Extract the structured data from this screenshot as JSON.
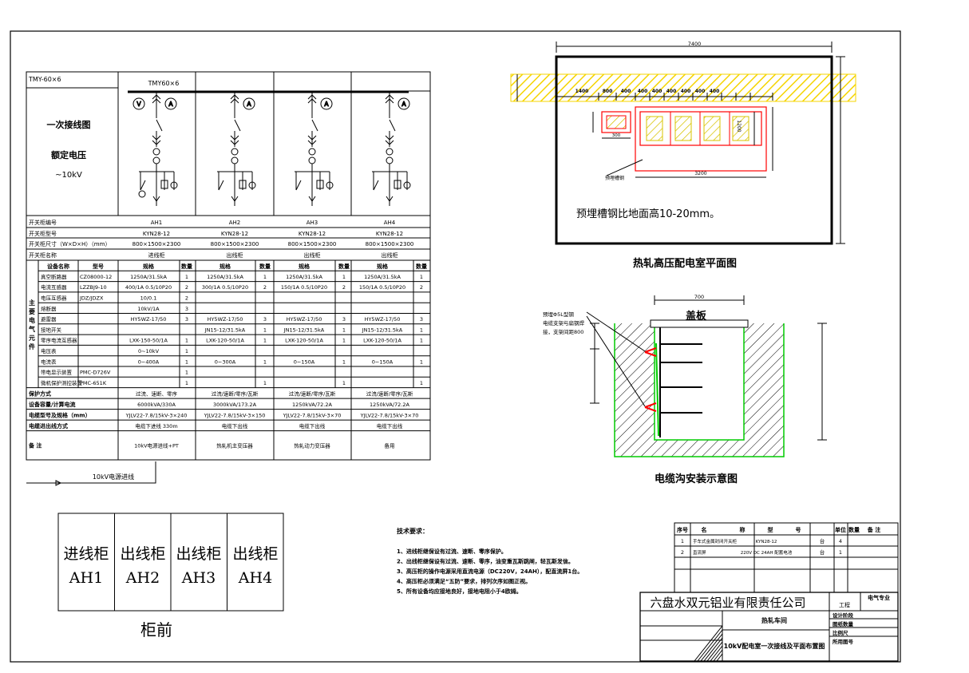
{
  "colors": {
    "line": "#000000",
    "red": "#ff0000",
    "green": "#00cc00",
    "yellow": "#ffe000"
  },
  "single_line": {
    "busbar_left": "TMY-60×6",
    "busbar_top": "TMY60×6",
    "title_lines": [
      "一次接线图",
      "额定电压",
      "~10kV"
    ],
    "row_labels": [
      "开关柜编号",
      "开关柜型号",
      "开关柜尺寸（W×D×H）（mm）",
      "开关柜名称"
    ],
    "cab_ids": [
      "AH1",
      "AH2",
      "AH3",
      "AH4"
    ],
    "cab_models": [
      "KYN28-12",
      "KYN28-12",
      "KYN28-12",
      "KYN28-12"
    ],
    "cab_sizes": [
      "800×1500×2300",
      "800×1500×2300",
      "800×1500×2300",
      "800×1500×2300"
    ],
    "cab_names": [
      "进线柜",
      "出线柜",
      "出线柜",
      "出线柜"
    ],
    "comp_header": [
      "设备名称",
      "型号",
      "规格",
      "数量"
    ],
    "side_label": "主要电气元件",
    "components": [
      {
        "name": "真空断路器",
        "model": "CZ08000-12",
        "cells": [
          [
            "1250A/31.5kA",
            "1"
          ],
          [
            "1250A/31.5kA",
            "1"
          ],
          [
            "1250A/31.5kA",
            "1"
          ],
          [
            "1250A/31.5kA",
            "1"
          ]
        ]
      },
      {
        "name": "电流互感器",
        "model": "LZZBJ9-10",
        "cells": [
          [
            "400/1A 0.5/10P20",
            "2"
          ],
          [
            "300/1A 0.5/10P20",
            "2"
          ],
          [
            "150/1A 0.5/10P20",
            "2"
          ],
          [
            "150/1A 0.5/10P20",
            "2"
          ]
        ]
      },
      {
        "name": "电压互感器",
        "model": "JDZ/JDZX",
        "cells": [
          [
            "10/0.1",
            "2"
          ],
          [
            "",
            ""
          ],
          [
            "",
            ""
          ],
          [
            "",
            ""
          ]
        ]
      },
      {
        "name": "熔断器",
        "model": "",
        "cells": [
          [
            "10kV/1A",
            "3"
          ],
          [
            "",
            ""
          ],
          [
            "",
            ""
          ],
          [
            "",
            ""
          ]
        ]
      },
      {
        "name": "避雷器",
        "model": "",
        "cells": [
          [
            "HY5WZ-17/50",
            "3"
          ],
          [
            "HY5WZ-17/50",
            "3"
          ],
          [
            "HY5WZ-17/50",
            "3"
          ],
          [
            "HY5WZ-17/50",
            "3"
          ]
        ]
      },
      {
        "name": "接地开关",
        "model": "",
        "cells": [
          [
            "",
            ""
          ],
          [
            "JN15-12/31.5kA",
            "1"
          ],
          [
            "JN15-12/31.5kA",
            "1"
          ],
          [
            "JN15-12/31.5kA",
            "1"
          ]
        ]
      },
      {
        "name": "零序电流互感器",
        "model": "",
        "cells": [
          [
            "LXK-150-50/1A",
            "1"
          ],
          [
            "LXK-120-50/1A",
            "1"
          ],
          [
            "LXK-120-50/1A",
            "1"
          ],
          [
            "LXK-120-50/1A",
            "1"
          ]
        ]
      },
      {
        "name": "电压表",
        "model": "",
        "cells": [
          [
            "0~10kV",
            "1"
          ],
          [
            "",
            ""
          ],
          [
            "",
            ""
          ],
          [
            "",
            ""
          ]
        ]
      },
      {
        "name": "电流表",
        "model": "",
        "cells": [
          [
            "0~400A",
            "1"
          ],
          [
            "0~300A",
            "1"
          ],
          [
            "0~150A",
            "1"
          ],
          [
            "0~150A",
            "1"
          ]
        ]
      },
      {
        "name": "带电显示装置",
        "model": "PMC-D726V",
        "cells": [
          [
            "",
            "1"
          ],
          [
            "",
            ""
          ],
          [
            "",
            ""
          ],
          [
            "",
            ""
          ]
        ]
      },
      {
        "name": "微机保护测控装置",
        "model": "PMC-651K",
        "cells": [
          [
            "",
            "1"
          ],
          [
            "",
            "1"
          ],
          [
            "",
            "1"
          ],
          [
            "",
            "1"
          ]
        ]
      }
    ],
    "bottom_rows": [
      {
        "label": "保护方式",
        "values": [
          "过流、速断、零序",
          "过流/速断/零序/瓦斯",
          "过流/速断/零序/瓦斯",
          "过流/速断/零序/瓦斯"
        ]
      },
      {
        "label": "设备容量/计算电流",
        "values": [
          "6000kVA/330A",
          "3000kVA/173.2A",
          "1250kVA/72.2A",
          "1250kVA/72.2A"
        ]
      },
      {
        "label": "电缆型号及规格（mm）",
        "values": [
          "YJLV22-7.8/15kV-3×240",
          "YJLV22-7.8/15kV-3×150",
          "YJLV22-7.8/15kV-3×70",
          "YJLV22-7.8/15kV-3×70"
        ]
      },
      {
        "label": "电缆进出线方式",
        "values": [
          "电缆下进线 330m",
          "电缆下出线",
          "电缆下出线",
          "电缆下出线"
        ]
      },
      {
        "label": "备 注",
        "values": [
          "10kV电源进线+PT",
          "热轧机主变压器",
          "热轧动力变压器",
          "备用"
        ]
      }
    ],
    "incoming_label": "10kV电源进线"
  },
  "front_view": {
    "names": [
      "进线柜",
      "出线柜",
      "出线柜",
      "出线柜"
    ],
    "ids": [
      "AH1",
      "AH2",
      "AH3",
      "AH4"
    ],
    "caption": "柜前"
  },
  "plan": {
    "width_dim": "7400",
    "row_dims": [
      "1400",
      "800",
      "400",
      "400",
      "400",
      "400",
      "400",
      "400",
      "400"
    ],
    "dim_300": "300",
    "dim_3200": "3200",
    "dim_1200": "1200",
    "note_small": "预埋槽钢",
    "embed_note": "预埋槽钢比地面高10-20mm。",
    "caption": "热轧高压配电室平面图"
  },
  "trench": {
    "width_dim": "700",
    "cover_label": "盖板",
    "note_lines": [
      "预埋Φ5L型钢",
      "电缆支架与扁钢焊",
      "接，支架间距800"
    ],
    "caption": "电缆沟安装示意图"
  },
  "tech": {
    "title": "技术要求：",
    "items": [
      "1、进线柜继保设有过流、速断、零序保护。",
      "2、出线柜继保设有过流、速断、零序，油变重瓦斯跳闸，轻瓦斯发信。",
      "3、高压柜的操作电源采用直流电源（DC220V，24AH），配直流屏1台。",
      "4、高压柜必须满足“五防”要求，排列次序如图正视。",
      "5、所有设备均应接地良好，接地电阻小于4欧姆。"
    ]
  },
  "bom": {
    "headers": [
      "序号",
      "名",
      "称",
      "型",
      "号",
      "单位",
      "数量",
      "备 注"
    ],
    "rows": [
      [
        "1",
        "手车式金属封闭开关柜",
        "KYN28-12",
        "",
        "台",
        "4"
      ],
      [
        "2",
        "直流屏",
        "220V DC 24AH 配蓄电池",
        "",
        "台",
        "1"
      ]
    ]
  },
  "title_block": {
    "company": "六盘水双元铝业有限责任公司",
    "project_label": "工程",
    "discipline": "电气专业",
    "workshop": "热轧车间",
    "drawing_title": "10kV配电室一次接线及平面布置图",
    "fields": [
      "设计阶段",
      "图纸数量",
      "比例尺",
      "所用图号"
    ]
  }
}
